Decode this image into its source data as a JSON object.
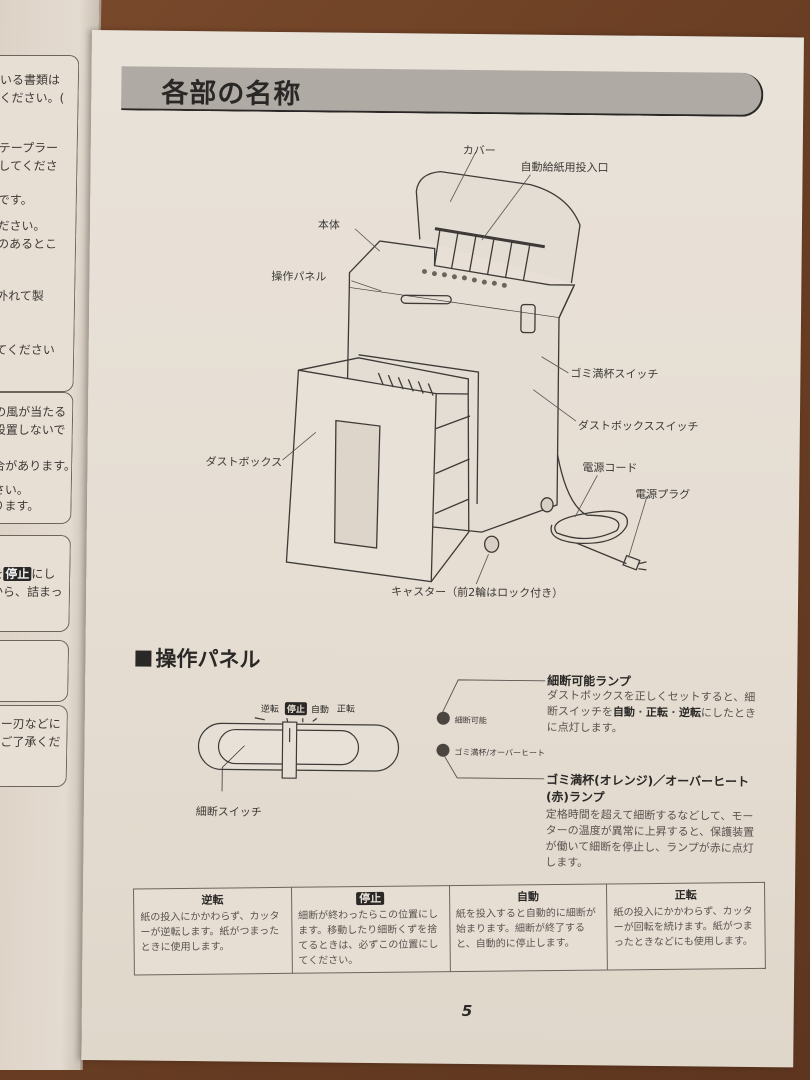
{
  "left_page": {
    "fragments": [
      "いる書類は",
      "ください。(",
      "テープラー",
      "してくださ",
      "です。",
      "ださい。",
      "のあるとこ",
      "外れて製",
      "てください",
      "の風が当たる",
      "設置しないで",
      "合があります。",
      "さい。",
      "ります。",
      "を",
      "停止",
      "にし",
      "から、詰まっ",
      "ター刃などに",
      "めご了承くだ"
    ]
  },
  "page": {
    "title": "各部の名称",
    "page_number": "5",
    "diagram_labels": {
      "cover": "カバー",
      "auto_feed_slot": "自動給紙用投入口",
      "body": "本体",
      "control_panel": "操作パネル",
      "bin_full_switch": "ゴミ満杯スイッチ",
      "dust_box_switch": "ダストボックススイッチ",
      "dust_box": "ダストボックス",
      "power_cord": "電源コード",
      "power_plug": "電源プラグ",
      "casters": "キャスター（前2輪はロック付き）"
    },
    "control_panel_section": {
      "heading": "操作パネル",
      "switch_modes": [
        "逆転",
        "停止",
        "自動",
        "正転"
      ],
      "switch_label": "細断スイッチ",
      "lamps": [
        {
          "label": "細断可能",
          "title": "細断可能ランプ",
          "description_parts": [
            "ダストボックスを正しくセットすると、細断スイッチを",
            "自動",
            "・",
            "正転",
            "・",
            "逆転",
            "にしたときに点灯します。"
          ]
        },
        {
          "label": "ゴミ満杯/オーバーヒート",
          "title": "ゴミ満杯(オレンジ)／オーバーヒート(赤)ランプ",
          "description": "定格時間を超えて細断するなどして、モーターの温度が異常に上昇すると、保護装置が働いて細断を停止し、ランプが赤に点灯します。"
        }
      ]
    },
    "modes_table": [
      {
        "heading": "逆転",
        "body": "紙の投入にかかわらず、カッターが逆転します。紙がつまったときに使用します。"
      },
      {
        "heading": "停止",
        "body": "細断が終わったらこの位置にします。移動したり細断くずを捨てるときは、必ずこの位置にしてください。"
      },
      {
        "heading": "自動",
        "body": "紙を投入すると自動的に細断が始まります。細断が終了すると、自動的に停止します。"
      },
      {
        "heading": "正転",
        "body": "紙の投入にかかわらず、カッターが回転を続けます。紙がつまったときなどにも使用します。"
      }
    ]
  }
}
